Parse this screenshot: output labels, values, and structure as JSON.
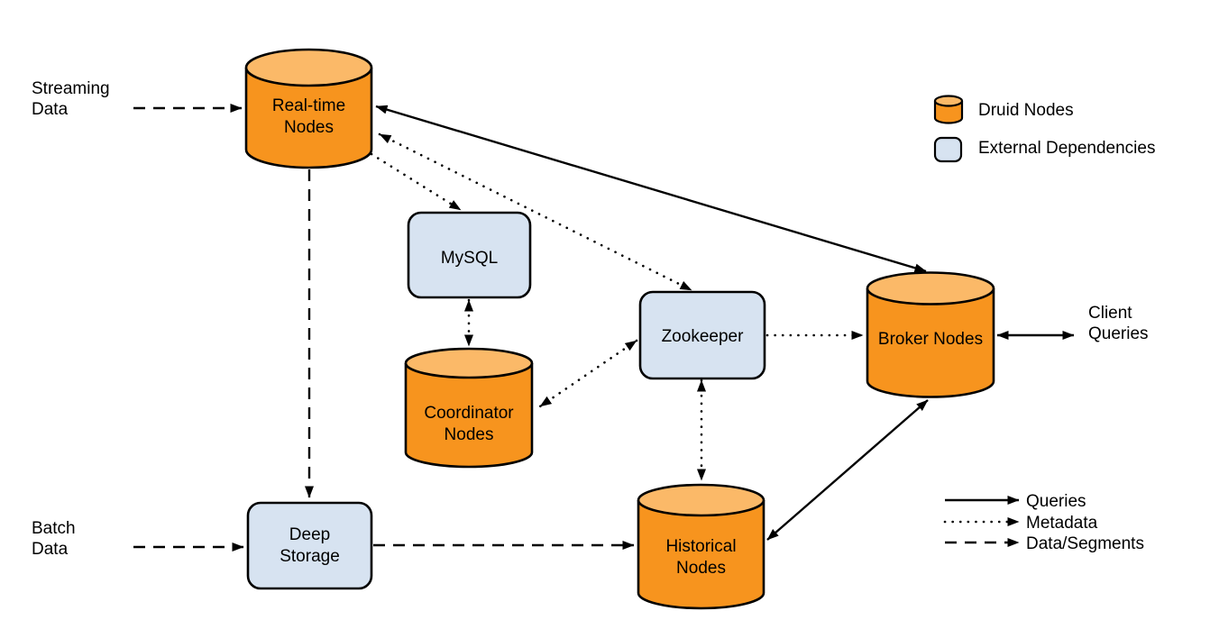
{
  "nodes": {
    "realtime": {
      "line1": "Real-time",
      "line2": "Nodes",
      "kind": "druid"
    },
    "mysql": {
      "line1": "MySQL",
      "kind": "external"
    },
    "coordinator": {
      "line1": "Coordinator",
      "line2": "Nodes",
      "kind": "druid"
    },
    "zookeeper": {
      "line1": "Zookeeper",
      "kind": "external"
    },
    "broker": {
      "line1": "Broker Nodes",
      "kind": "druid"
    },
    "historical": {
      "line1": "Historical",
      "line2": "Nodes",
      "kind": "druid"
    },
    "deep_storage": {
      "line1": "Deep",
      "line2": "Storage",
      "kind": "external"
    }
  },
  "side_labels": {
    "streaming": {
      "line1": "Streaming",
      "line2": "Data"
    },
    "batch": {
      "line1": "Batch",
      "line2": "Data"
    },
    "client": {
      "line1": "Client",
      "line2": "Queries"
    }
  },
  "legend": {
    "druid_nodes": "Druid Nodes",
    "external_dependencies": "External Dependencies",
    "queries": "Queries",
    "metadata": "Metadata",
    "data_segments": "Data/Segments"
  },
  "colors": {
    "druid_body": "#F7941E",
    "druid_top": "#FBB968",
    "external_fill": "#D7E3F1",
    "line": "#000000"
  },
  "edges": [
    {
      "from": "streaming-data",
      "to": "realtime-nodes",
      "kind": "data-segments",
      "bidirectional": false
    },
    {
      "from": "batch-data",
      "to": "deep-storage",
      "kind": "data-segments",
      "bidirectional": false
    },
    {
      "from": "realtime-nodes",
      "to": "deep-storage",
      "kind": "data-segments",
      "bidirectional": false
    },
    {
      "from": "deep-storage",
      "to": "historical-nodes",
      "kind": "data-segments",
      "bidirectional": false
    },
    {
      "from": "realtime-nodes",
      "to": "mysql",
      "kind": "metadata",
      "bidirectional": false
    },
    {
      "from": "realtime-nodes",
      "to": "zookeeper",
      "kind": "metadata",
      "bidirectional": true
    },
    {
      "from": "mysql",
      "to": "coordinator-nodes",
      "kind": "metadata",
      "bidirectional": true
    },
    {
      "from": "zookeeper",
      "to": "coordinator-nodes",
      "kind": "metadata",
      "bidirectional": true
    },
    {
      "from": "zookeeper",
      "to": "broker-nodes",
      "kind": "metadata",
      "bidirectional": false
    },
    {
      "from": "zookeeper",
      "to": "historical-nodes",
      "kind": "metadata",
      "bidirectional": true
    },
    {
      "from": "realtime-nodes",
      "to": "broker-nodes",
      "kind": "queries",
      "bidirectional": true
    },
    {
      "from": "historical-nodes",
      "to": "broker-nodes",
      "kind": "queries",
      "bidirectional": true
    },
    {
      "from": "broker-nodes",
      "to": "client-queries",
      "kind": "queries",
      "bidirectional": true
    }
  ]
}
